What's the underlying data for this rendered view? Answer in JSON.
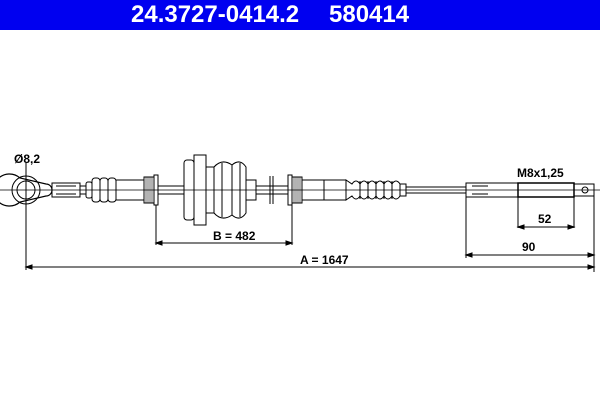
{
  "header": {
    "part_number": "24.3727-0414.2",
    "reference": "580414",
    "background_color": "#0000f0",
    "text_color": "#ffffff"
  },
  "drawing": {
    "type": "brake cable technical drawing",
    "labels": {
      "eye_diameter": "Ø8,2",
      "thread": "M8x1,25",
      "dim_b": "B = 482",
      "dim_a": "A = 1647",
      "dim_52": "52",
      "dim_90": "90"
    },
    "line_color": "#000000"
  }
}
